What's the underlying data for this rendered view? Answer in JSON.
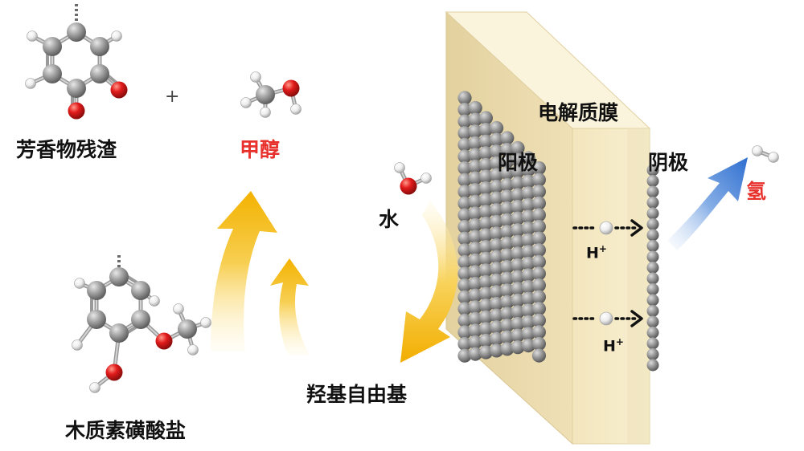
{
  "labels": {
    "aromatic_residue": "芳香物残渣",
    "methanol": "甲醇",
    "plus": "+",
    "lignosulfonate": "木质素磺酸盐",
    "hydroxyl_radical": "羟基自由基",
    "water": "水",
    "membrane": "电解质膜",
    "anode": "阳极",
    "cathode": "阴极",
    "hydrogen": "氢",
    "proton_1": "H",
    "proton_2": "H",
    "proton_charge": "+"
  },
  "colors": {
    "highlight_text": "#e8312c",
    "membrane_face": "#f6ebc8",
    "membrane_side": "#eadbb0",
    "electrode_sphere": "#8f8f8f",
    "yellow_arrow": "#f3b81a",
    "blue_arrow": "#4a86d6",
    "oxygen_atom": "#e21b1b",
    "carbon_atom": "#8a8a8a",
    "hydrogen_atom": "#f2f2f2"
  }
}
